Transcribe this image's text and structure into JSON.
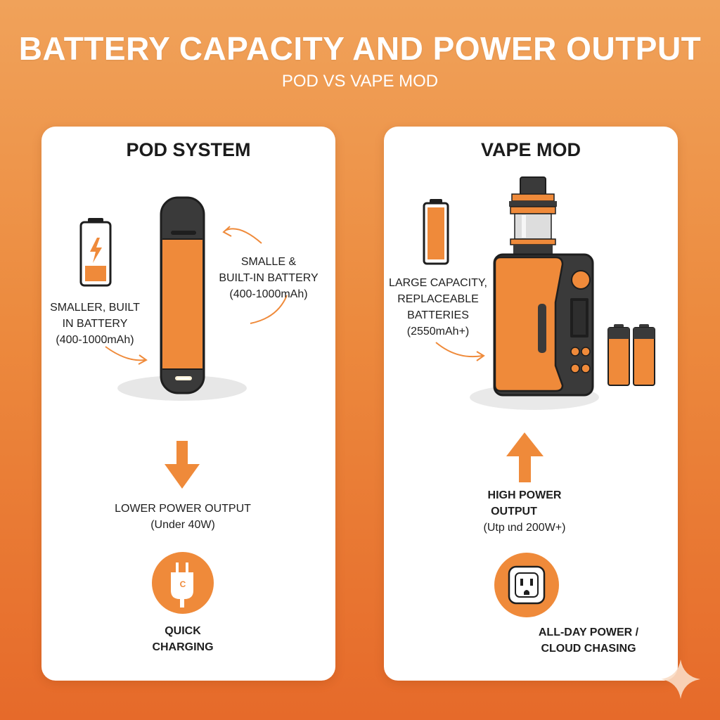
{
  "header": {
    "title": "BATTERY CAPACITY AND POWER OUTPUT",
    "subtitle": "POD VS VAPE MOD"
  },
  "pod": {
    "title": "POD SYSTEM",
    "left_label": [
      "SMALLER, BUILT",
      "IN BATTERY",
      "(400-1000mAh)"
    ],
    "right_label": [
      "SMALLE &",
      "BUILT-IN BATTERY",
      "(400-1000mAh)"
    ],
    "power_label": [
      "LOWER POWER OUTPUT",
      "(Under 40W)"
    ],
    "feature_label": [
      "QUICK",
      "CHARGING"
    ],
    "charge_icon_letter": "C"
  },
  "mod": {
    "title": "VAPE MOD",
    "capacity_label": [
      "LARGE CAPACITY,",
      "REPLACEABLE",
      "BATTERIES",
      "(2550mAh+)"
    ],
    "power_label": [
      "HIGH POWER",
      "OUTPUT",
      "(Utp ɩnd 200W+)"
    ],
    "feature_label": [
      "ALL-DAY POWER /",
      "CLOUD CHASING"
    ]
  },
  "colors": {
    "accent": "#ef8a3a",
    "dark": "#3a3a3a",
    "card": "#ffffff"
  },
  "icons": [
    "battery-low-charging-icon",
    "battery-full-icon",
    "pod-device",
    "box-mod-device",
    "down-arrow-icon",
    "up-arrow-icon",
    "usb-c-plug-icon",
    "power-outlet-icon",
    "spare-battery-icon",
    "sparkle-icon"
  ]
}
